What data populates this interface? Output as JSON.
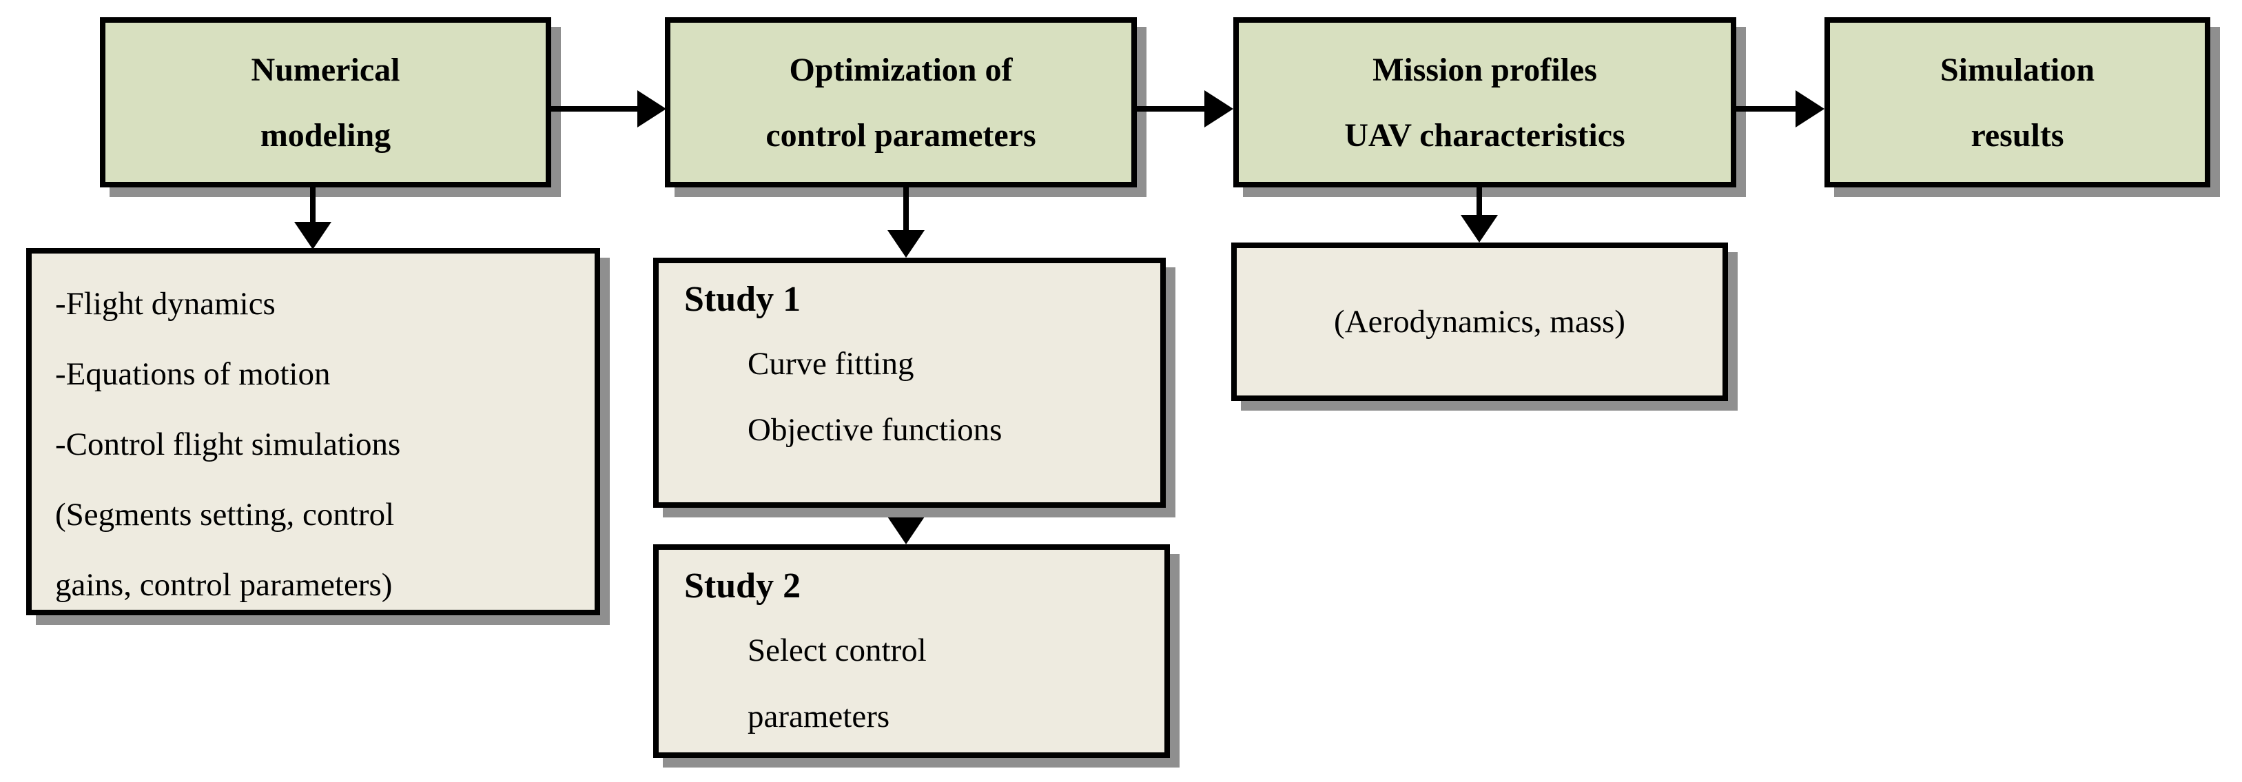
{
  "flowchart": {
    "stage_boxes": [
      {
        "label_line1": "Numerical",
        "label_line2": "modeling"
      },
      {
        "label_line1": "Optimization of",
        "label_line2": "control parameters"
      },
      {
        "label_line1": "Mission profiles",
        "label_line2": "UAV characteristics"
      },
      {
        "label_line1": "Simulation",
        "label_line2": "results"
      }
    ],
    "numerical_modeling_details": {
      "lines": [
        "-Flight dynamics",
        "-Equations of motion",
        "-Control flight simulations",
        "(Segments setting, control",
        "gains, control parameters)"
      ]
    },
    "study1": {
      "title": "Study 1",
      "lines": [
        "Curve fitting",
        "Objective functions"
      ]
    },
    "study2": {
      "title": "Study 2",
      "lines": [
        "Select control",
        "parameters"
      ]
    },
    "uav_characteristics_details": {
      "label": "(Aerodynamics, mass)"
    },
    "colors": {
      "stage_fill": "#d8e0c0",
      "detail_fill": "#eeebe0",
      "border": "#000000",
      "shadow": "#8f8f8f"
    }
  }
}
